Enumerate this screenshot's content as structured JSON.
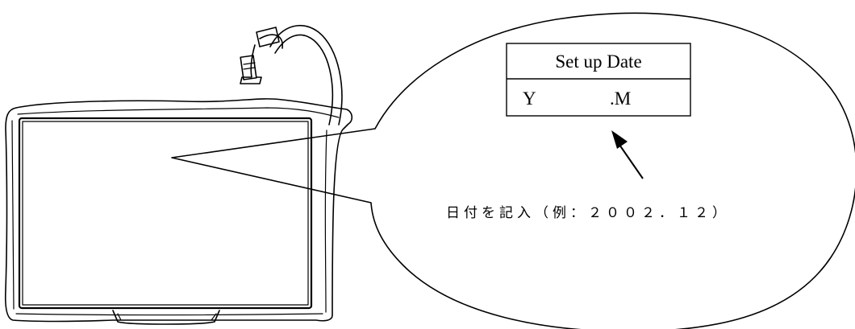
{
  "label": {
    "header": "Set up Date",
    "year_marker": "Y",
    "month_marker": ".M"
  },
  "note": "日付を記入（例：２００２．１２）"
}
